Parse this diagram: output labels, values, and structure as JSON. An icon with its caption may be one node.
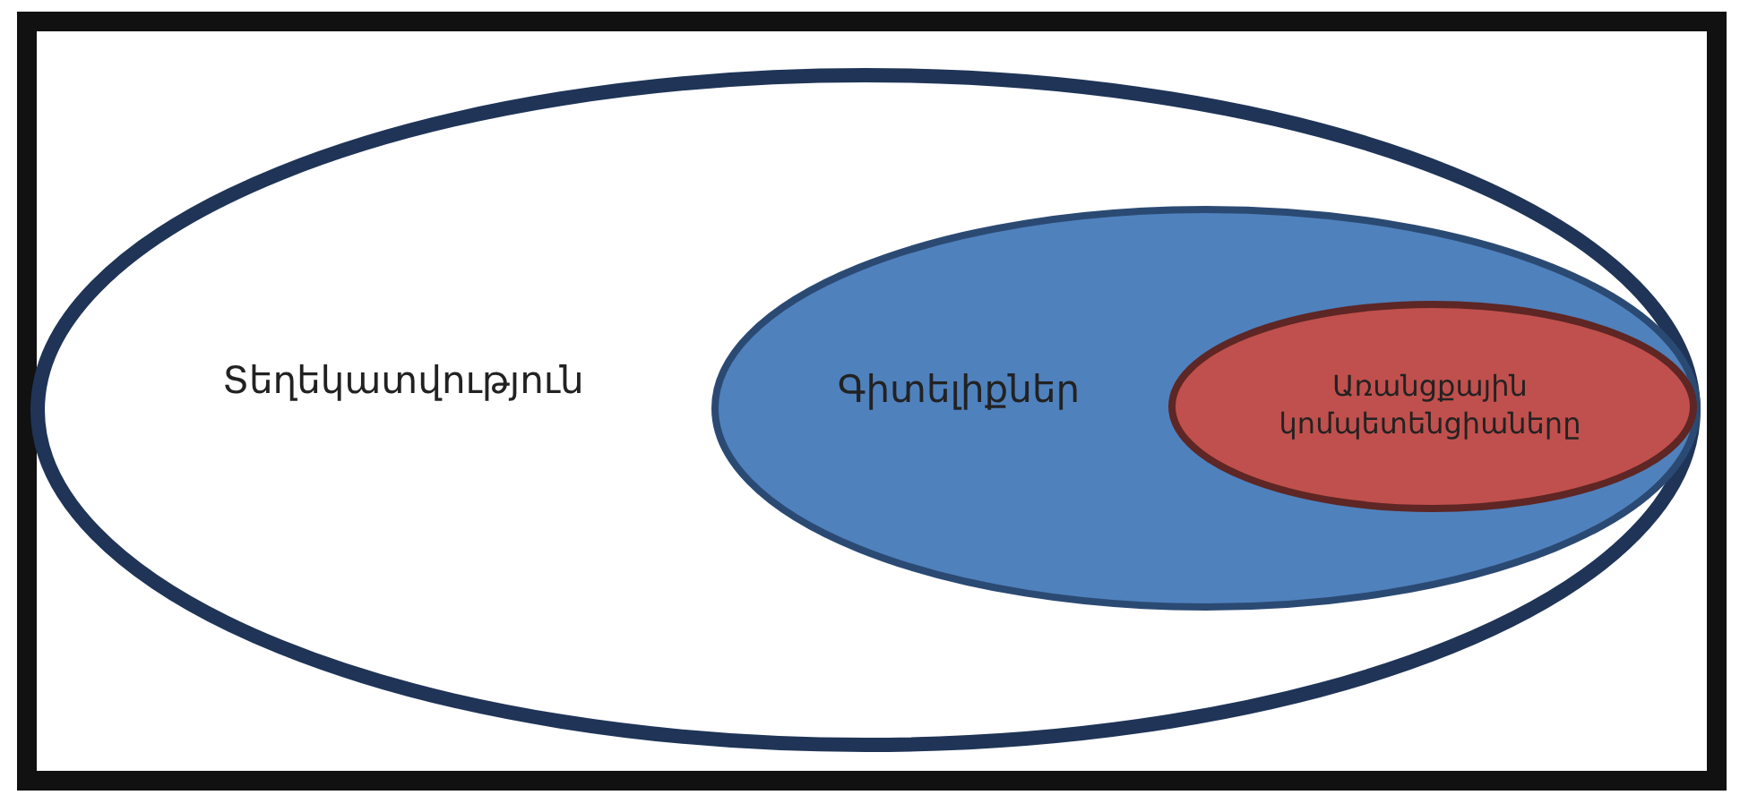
{
  "diagram": {
    "nodes": [
      {
        "text": [
          "Տեղեկատվություն"
        ]
      },
      {
        "text": [
          "Գիտելիքներ"
        ],
        "in": 0
      },
      {
        "text": [
          "Առանցքային կոմպետենցիաները"
        ],
        "in": 1
      }
    ]
  }
}
